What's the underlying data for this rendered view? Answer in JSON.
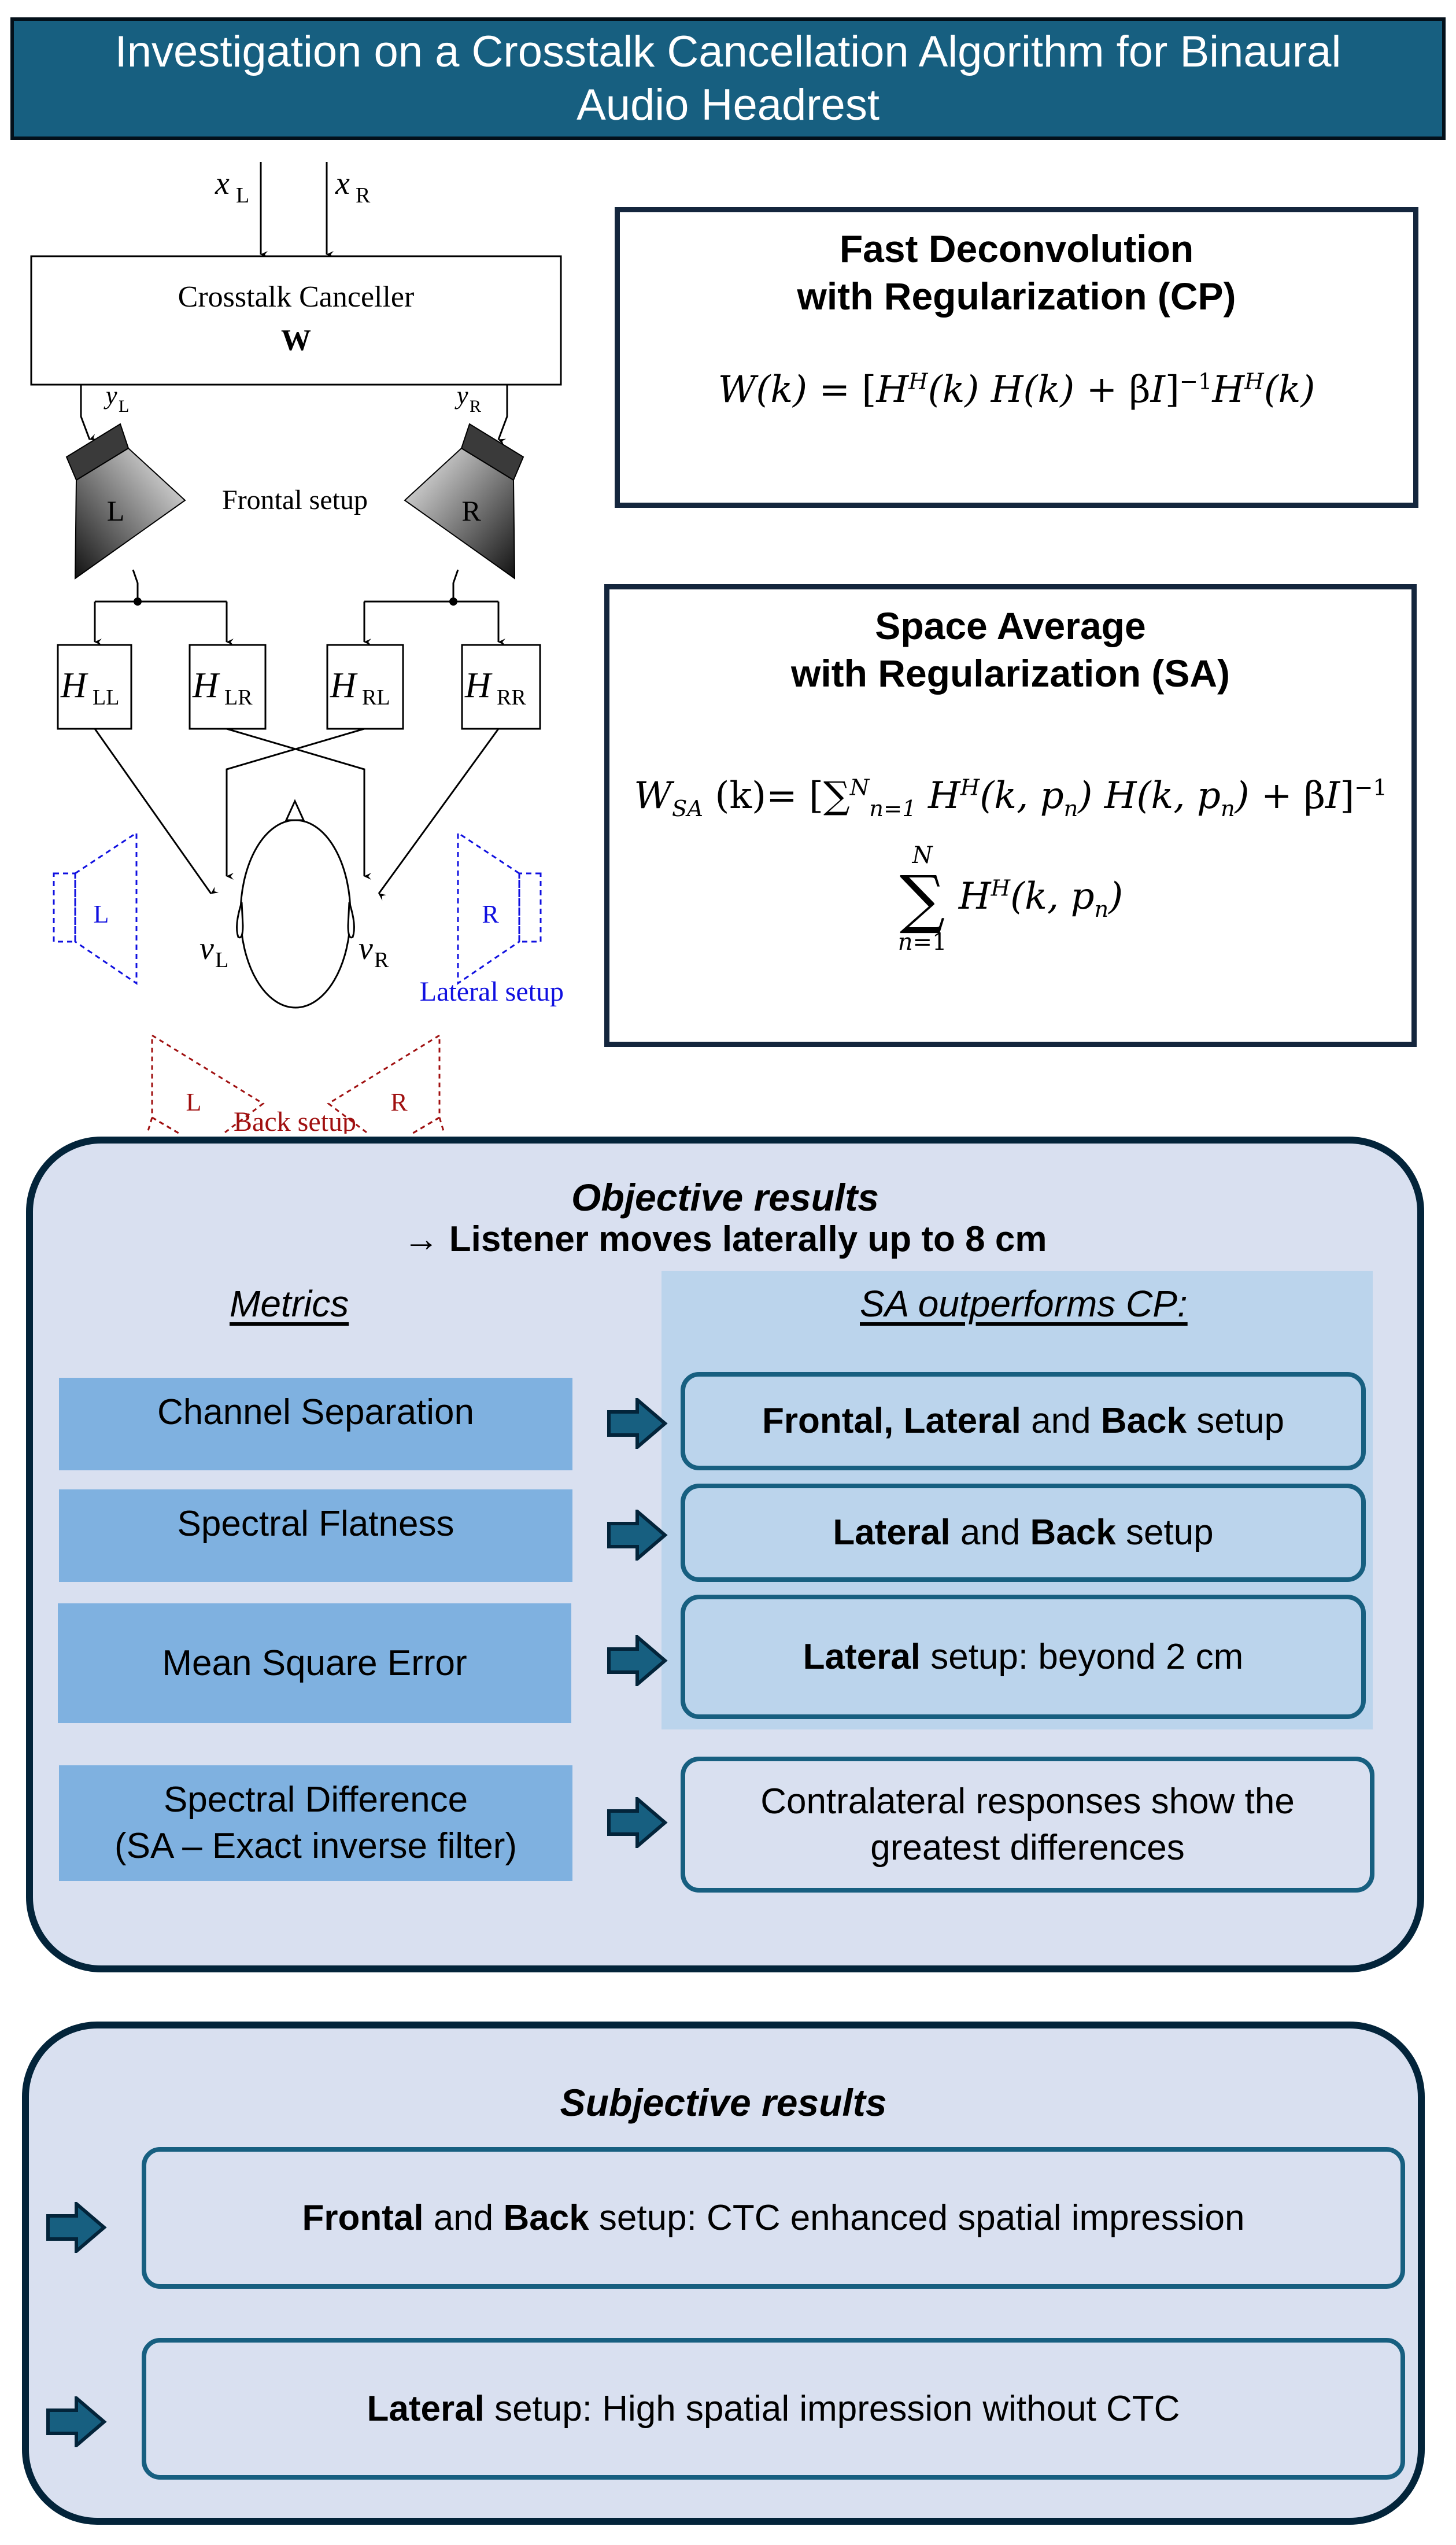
{
  "title": {
    "line1": "Investigation on a Crosstalk Cancellation Algorithm for Binaural",
    "line2": "Audio Headrest"
  },
  "colors": {
    "banner": "#175f80",
    "banner_border": "#03101a",
    "formula_border": "#14263d",
    "panel_bg": "#d9e0f0",
    "panel_border": "#03243a",
    "metric_bg": "#7fb1e0",
    "sa_column_bg": "#bbd4ec",
    "result_border": "#175f80",
    "lateral_setup": "#1010e0",
    "back_setup": "#a01010"
  },
  "diagram": {
    "input_left": "x",
    "input_left_sub": "L",
    "input_right": "x",
    "input_right_sub": "R",
    "canceller_label": "Crosstalk Canceller",
    "canceller_symbol": "W",
    "output_left": "y",
    "output_left_sub": "L",
    "output_right": "y",
    "output_right_sub": "R",
    "frontal_label": "Frontal setup",
    "speaker_left": "L",
    "speaker_right": "R",
    "transfer_functions": [
      {
        "main": "H",
        "sub": "LL"
      },
      {
        "main": "H",
        "sub": "LR"
      },
      {
        "main": "H",
        "sub": "RL"
      },
      {
        "main": "H",
        "sub": "RR"
      }
    ],
    "ear_left": "v",
    "ear_left_sub": "L",
    "ear_right": "v",
    "ear_right_sub": "R",
    "lateral_label": "Lateral setup",
    "back_label": "Back setup"
  },
  "cp": {
    "title_line1": "Fast Deconvolution",
    "title_line2": "with Regularization (CP)",
    "formula": "W(k) = [H^H(k) H(k) + βI]^-1 H^H(k)"
  },
  "sa": {
    "title_line1": "Space Average",
    "title_line2": "with Regularization (SA)",
    "formula": "W_SA(k) = [Σ_{n=1}^{N} H^H(k,p_n) H(k,p_n) + βI]^-1 Σ_{n=1}^{N} H^H(k,p_n)"
  },
  "objective": {
    "title": "Objective results",
    "subtitle": "→ Listener moves laterally up to 8 cm",
    "metrics_header": "Metrics",
    "sa_header": "SA outperforms CP:",
    "rows": [
      {
        "metric": "Channel Separation",
        "metric_line2": "",
        "result_parts": [
          {
            "text": "Frontal, Lateral",
            "bold": true
          },
          {
            "text": " and ",
            "bold": false
          },
          {
            "text": "Back",
            "bold": true
          },
          {
            "text": " setup",
            "bold": false
          }
        ]
      },
      {
        "metric": "Spectral Flatness",
        "metric_line2": "",
        "result_parts": [
          {
            "text": "Lateral",
            "bold": true
          },
          {
            "text": " and ",
            "bold": false
          },
          {
            "text": "Back",
            "bold": true
          },
          {
            "text": " setup",
            "bold": false
          }
        ]
      },
      {
        "metric": "Mean Square Error",
        "metric_line2": "",
        "result_parts": [
          {
            "text": "Lateral",
            "bold": true
          },
          {
            "text": " setup: beyond 2 cm",
            "bold": false
          }
        ]
      },
      {
        "metric": "Spectral Difference",
        "metric_line2": "(SA – Exact inverse filter)",
        "result_line1": "Contralateral responses show the",
        "result_line2": "greatest differences"
      }
    ]
  },
  "subjective": {
    "title": "Subjective results",
    "items": [
      {
        "parts": [
          {
            "text": "Frontal",
            "bold": true
          },
          {
            "text": " and ",
            "bold": false
          },
          {
            "text": "Back",
            "bold": true
          },
          {
            "text": " setup: CTC enhanced spatial impression",
            "bold": false
          }
        ]
      },
      {
        "parts": [
          {
            "text": "Lateral",
            "bold": true
          },
          {
            "text": " setup: High spatial impression without CTC",
            "bold": false
          }
        ]
      }
    ]
  }
}
